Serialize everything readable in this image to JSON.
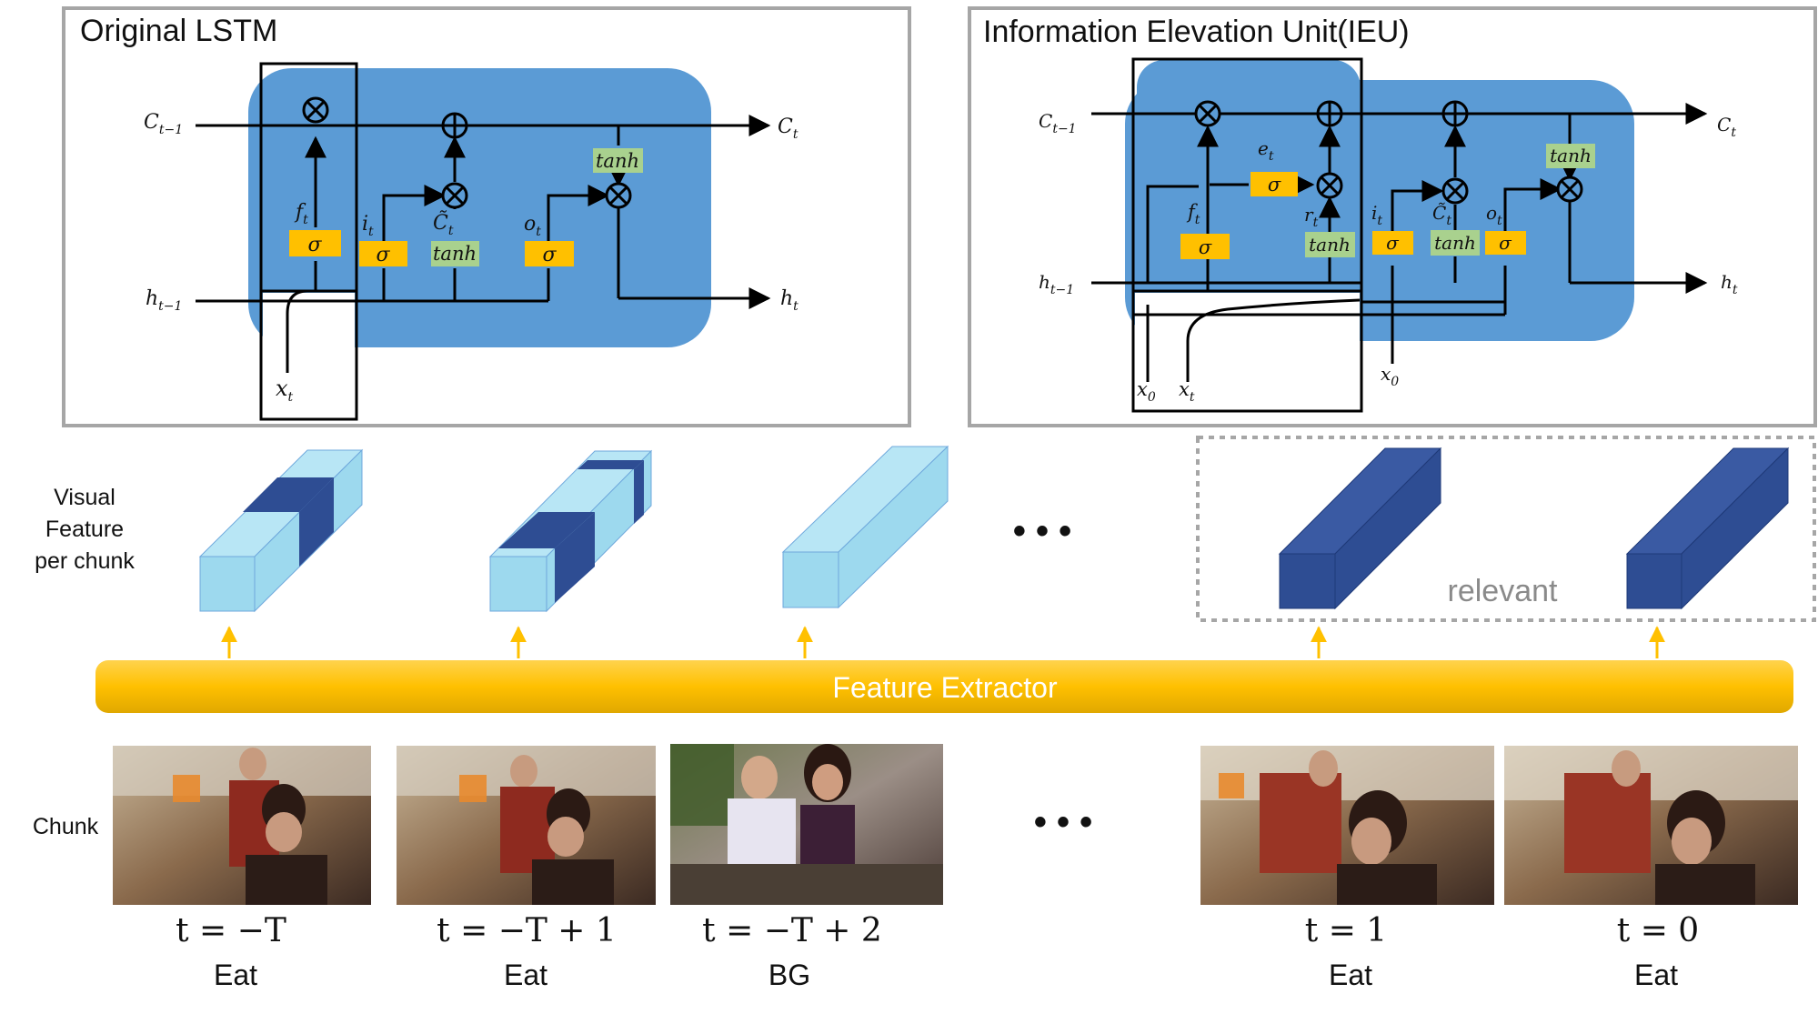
{
  "panels": {
    "lstm_title": "Original LSTM",
    "ieu_title": "Information Elevation Unit(IEU)"
  },
  "symbols": {
    "sigma": "σ",
    "tanh": "tanh",
    "times": "⊗",
    "plus": "⊕"
  },
  "variables": {
    "c_prev": "C",
    "c_prev_sub": "t−1",
    "c_t": "C",
    "c_t_sub": "t",
    "h_prev": "h",
    "h_prev_sub": "t−1",
    "h_t": "h",
    "h_t_sub": "t",
    "x_t": "x",
    "x_t_sub": "t",
    "x_0": "x",
    "x_0_sub": "0",
    "f_t": "f",
    "f_t_sub": "t",
    "i_t": "i",
    "i_t_sub": "t",
    "ctilde_t": "C̃",
    "ctilde_t_sub": "t",
    "o_t": "o",
    "o_t_sub": "t",
    "e_t": "e",
    "e_t_sub": "t",
    "r_t": "r",
    "r_t_sub": "t"
  },
  "labels": {
    "visual_feature": [
      "Visual",
      "Feature",
      "per chunk"
    ],
    "chunk": "Chunk",
    "ellipsis": "• • •",
    "relevant": "relevant",
    "feature_extractor": "Feature Extractor"
  },
  "chunks": [
    {
      "time": "t = −T",
      "action": "Eat"
    },
    {
      "time": "t = −T + 1",
      "action": "Eat"
    },
    {
      "time": "t = −T + 2",
      "action": "BG"
    },
    {
      "time": "t = 1",
      "action": "Eat"
    },
    {
      "time": "t = 0",
      "action": "Eat"
    }
  ],
  "colors": {
    "cell_blue": "#5b9bd5",
    "gate_yellow": "#ffc000",
    "tanh_green": "#a9d18e",
    "cube_light": "#9dd9ee",
    "cube_dark": "#2e4d93",
    "extractor": "#ffc000",
    "panel_border": "#a6a6a6"
  }
}
